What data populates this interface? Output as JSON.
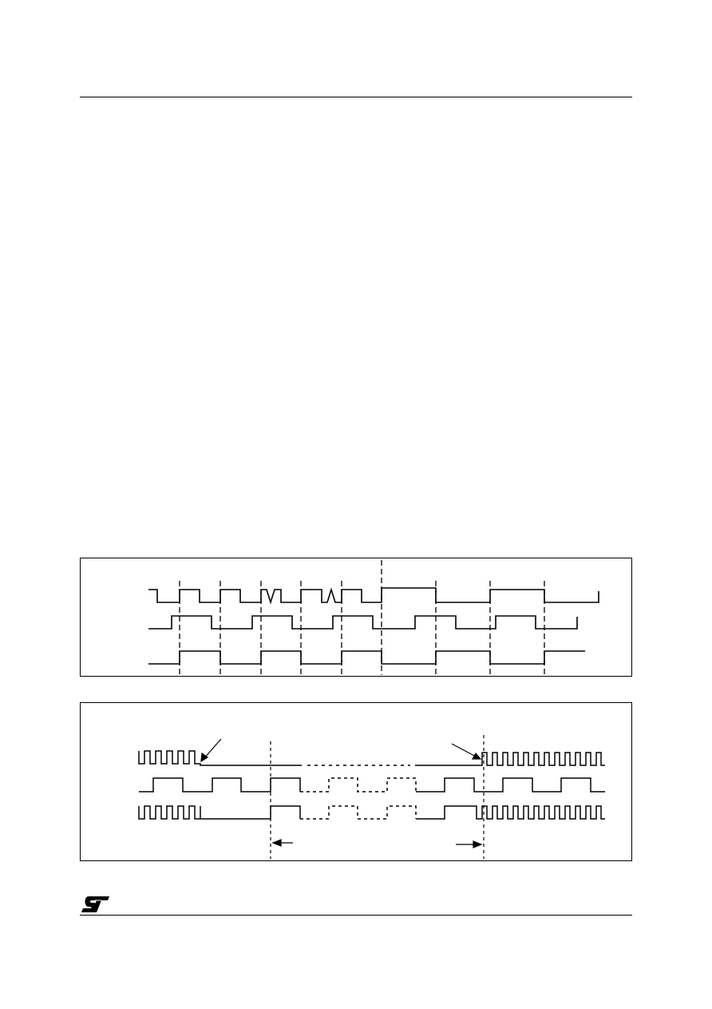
{
  "page": {
    "top_rule": "horizontal-rule",
    "bottom_rule": "horizontal-rule",
    "logo": "st-logo-icon"
  },
  "figure_1": {
    "description_text": "",
    "signal_rows": 3,
    "markers": "dashed-vertical-lines"
  },
  "figure_2": {
    "description_text": "",
    "signal_rows": 3,
    "annotation_arrows": 2,
    "span_arrows": [
      "left-arrow",
      "right-arrow"
    ]
  }
}
